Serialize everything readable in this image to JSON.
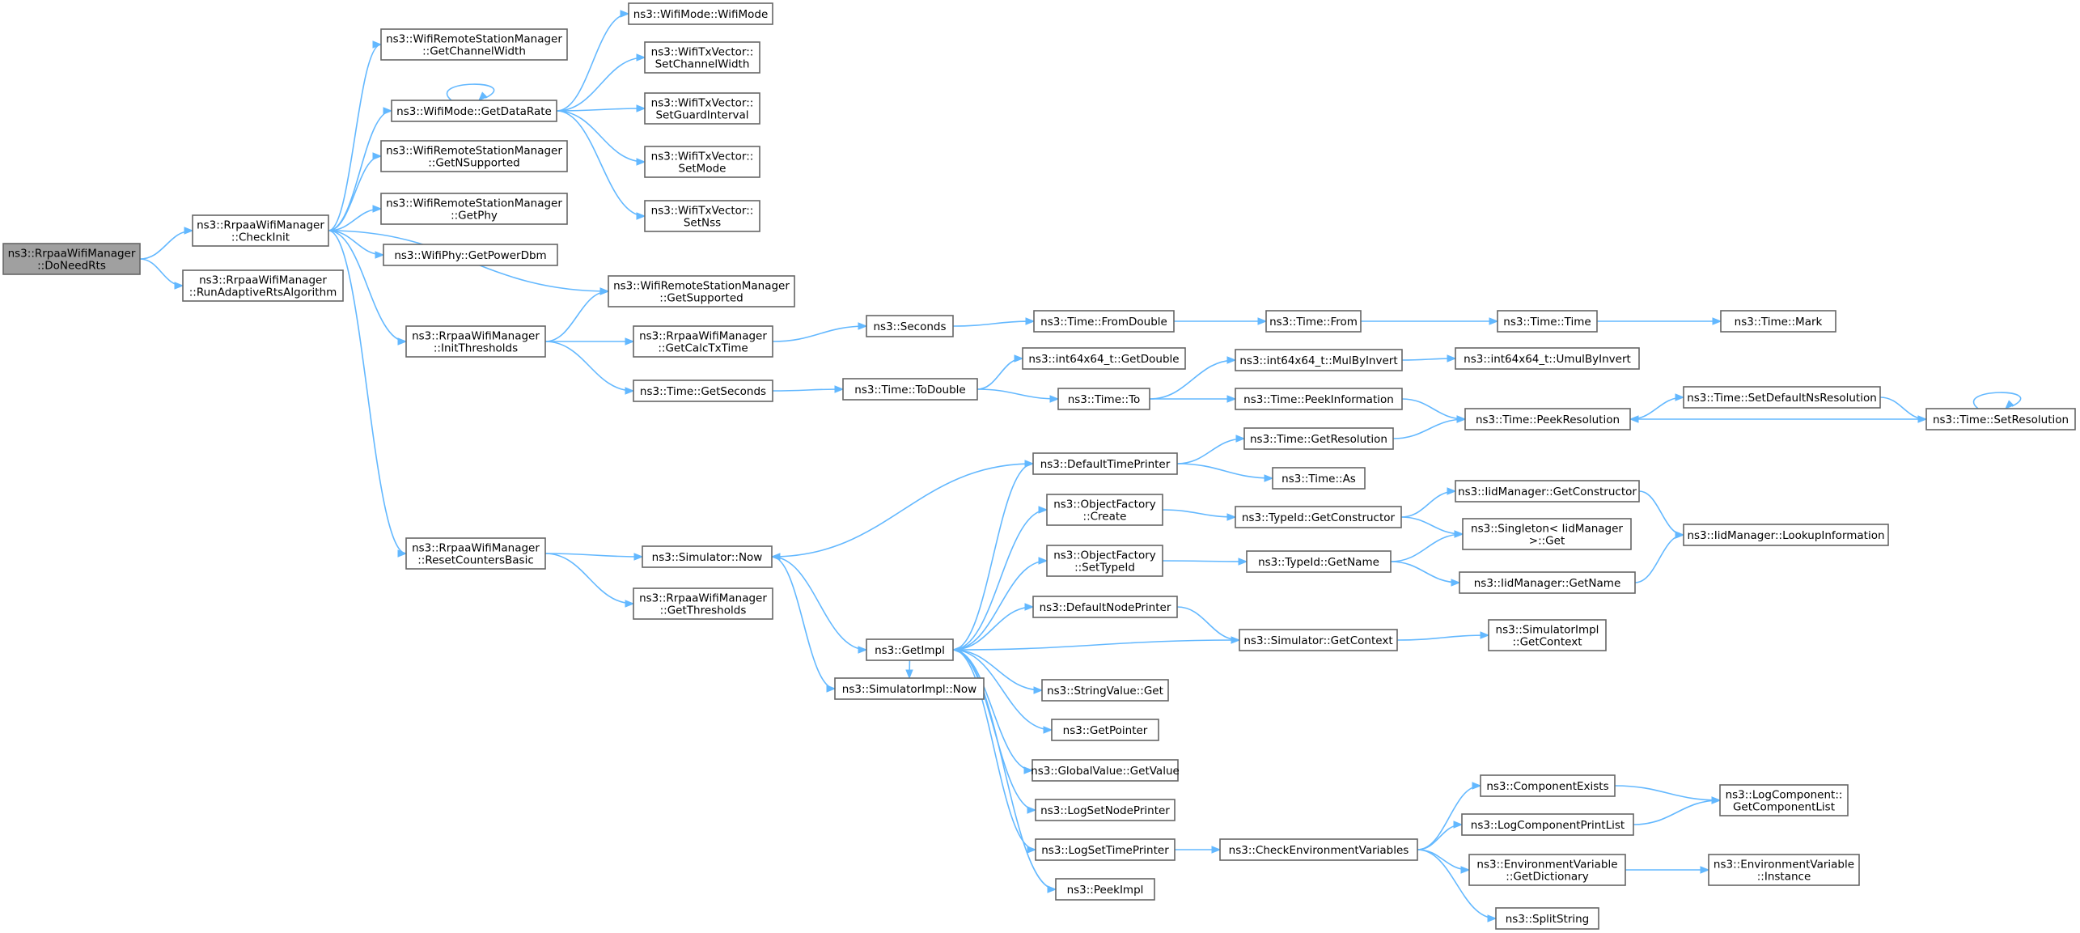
{
  "nodes": [
    {
      "id": "doneedrts",
      "lines": [
        "ns3::RrpaaWifiManager",
        "::DoNeedRts"
      ],
      "root": true
    },
    {
      "id": "checkinit",
      "lines": [
        "ns3::RrpaaWifiManager",
        "::CheckInit"
      ]
    },
    {
      "id": "runadaptive",
      "lines": [
        "ns3::RrpaaWifiManager",
        "::RunAdaptiveRtsAlgorithm"
      ]
    },
    {
      "id": "getchannelwidth",
      "lines": [
        "ns3::WifiRemoteStationManager",
        "::GetChannelWidth"
      ]
    },
    {
      "id": "getdatarate",
      "lines": [
        "ns3::WifiMode::GetDataRate"
      ]
    },
    {
      "id": "getnsupported",
      "lines": [
        "ns3::WifiRemoteStationManager",
        "::GetNSupported"
      ]
    },
    {
      "id": "getphy",
      "lines": [
        "ns3::WifiRemoteStationManager",
        "::GetPhy"
      ]
    },
    {
      "id": "getpowerdbm",
      "lines": [
        "ns3::WifiPhy::GetPowerDbm"
      ]
    },
    {
      "id": "getsupported",
      "lines": [
        "ns3::WifiRemoteStationManager",
        "::GetSupported"
      ]
    },
    {
      "id": "initthresholds",
      "lines": [
        "ns3::RrpaaWifiManager",
        "::InitThresholds"
      ]
    },
    {
      "id": "resetcounters",
      "lines": [
        "ns3::RrpaaWifiManager",
        "::ResetCountersBasic"
      ]
    },
    {
      "id": "wifimode",
      "lines": [
        "ns3::WifiMode::WifiMode"
      ]
    },
    {
      "id": "setchannelwidth",
      "lines": [
        "ns3::WifiTxVector::",
        "SetChannelWidth"
      ]
    },
    {
      "id": "setguardinterval",
      "lines": [
        "ns3::WifiTxVector::",
        "SetGuardInterval"
      ]
    },
    {
      "id": "setmode",
      "lines": [
        "ns3::WifiTxVector::",
        "SetMode"
      ]
    },
    {
      "id": "setnss",
      "lines": [
        "ns3::WifiTxVector::",
        "SetNss"
      ]
    },
    {
      "id": "getcalctxtime",
      "lines": [
        "ns3::RrpaaWifiManager",
        "::GetCalcTxTime"
      ]
    },
    {
      "id": "getseconds",
      "lines": [
        "ns3::Time::GetSeconds"
      ]
    },
    {
      "id": "seconds",
      "lines": [
        "ns3::Seconds"
      ]
    },
    {
      "id": "fromdouble",
      "lines": [
        "ns3::Time::FromDouble"
      ]
    },
    {
      "id": "from",
      "lines": [
        "ns3::Time::From"
      ]
    },
    {
      "id": "time",
      "lines": [
        "ns3::Time::Time"
      ]
    },
    {
      "id": "mark",
      "lines": [
        "ns3::Time::Mark"
      ]
    },
    {
      "id": "todouble",
      "lines": [
        "ns3::Time::ToDouble"
      ]
    },
    {
      "id": "int64getdouble",
      "lines": [
        "ns3::int64x64_t::GetDouble"
      ]
    },
    {
      "id": "timeto",
      "lines": [
        "ns3::Time::To"
      ]
    },
    {
      "id": "mulbyinvert",
      "lines": [
        "ns3::int64x64_t::MulByInvert"
      ]
    },
    {
      "id": "umulbyinvert",
      "lines": [
        "ns3::int64x64_t::UmulByInvert"
      ]
    },
    {
      "id": "peekinformation",
      "lines": [
        "ns3::Time::PeekInformation"
      ]
    },
    {
      "id": "peekresolution",
      "lines": [
        "ns3::Time::PeekResolution"
      ]
    },
    {
      "id": "setdefaultns",
      "lines": [
        "ns3::Time::SetDefaultNsResolution"
      ]
    },
    {
      "id": "setresolution",
      "lines": [
        "ns3::Time::SetResolution"
      ]
    },
    {
      "id": "simnow",
      "lines": [
        "ns3::Simulator::Now"
      ]
    },
    {
      "id": "getthresholds",
      "lines": [
        "ns3::RrpaaWifiManager",
        "::GetThresholds"
      ]
    },
    {
      "id": "getimpl",
      "lines": [
        "ns3::GetImpl"
      ]
    },
    {
      "id": "simimplnow",
      "lines": [
        "ns3::SimulatorImpl::Now"
      ]
    },
    {
      "id": "defaulttimeprinter",
      "lines": [
        "ns3::DefaultTimePrinter"
      ]
    },
    {
      "id": "getresolution",
      "lines": [
        "ns3::Time::GetResolution"
      ]
    },
    {
      "id": "timeas",
      "lines": [
        "ns3::Time::As"
      ]
    },
    {
      "id": "ofcreate",
      "lines": [
        "ns3::ObjectFactory",
        "::Create"
      ]
    },
    {
      "id": "getconstructor",
      "lines": [
        "ns3::TypeId::GetConstructor"
      ]
    },
    {
      "id": "iidgetconstructor",
      "lines": [
        "ns3::IidManager::GetConstructor"
      ]
    },
    {
      "id": "singletonget",
      "lines": [
        "ns3::Singleton< IidManager",
        "  >::Get"
      ]
    },
    {
      "id": "lookupinformation",
      "lines": [
        "ns3::IidManager::LookupInformation"
      ]
    },
    {
      "id": "ofsettypeid",
      "lines": [
        "ns3::ObjectFactory",
        "::SetTypeId"
      ]
    },
    {
      "id": "typeidgetname",
      "lines": [
        "ns3::TypeId::GetName"
      ]
    },
    {
      "id": "iidgetname",
      "lines": [
        "ns3::IidManager::GetName"
      ]
    },
    {
      "id": "defaultnodeprinter",
      "lines": [
        "ns3::DefaultNodePrinter"
      ]
    },
    {
      "id": "simgetcontext",
      "lines": [
        "ns3::Simulator::GetContext"
      ]
    },
    {
      "id": "simimplgetcontext",
      "lines": [
        "ns3::SimulatorImpl",
        "::GetContext"
      ]
    },
    {
      "id": "stringvalueget",
      "lines": [
        "ns3::StringValue::Get"
      ]
    },
    {
      "id": "getpointer",
      "lines": [
        "ns3::GetPointer"
      ]
    },
    {
      "id": "globalvalue",
      "lines": [
        "ns3::GlobalValue::GetValue"
      ]
    },
    {
      "id": "logsetnodeprinter",
      "lines": [
        "ns3::LogSetNodePrinter"
      ]
    },
    {
      "id": "logsettimeprinter",
      "lines": [
        "ns3::LogSetTimePrinter"
      ]
    },
    {
      "id": "checkenv",
      "lines": [
        "ns3::CheckEnvironmentVariables"
      ]
    },
    {
      "id": "peekimpl",
      "lines": [
        "ns3::PeekImpl"
      ]
    },
    {
      "id": "componentexists",
      "lines": [
        "ns3::ComponentExists"
      ]
    },
    {
      "id": "getcomponentlist",
      "lines": [
        "ns3::LogComponent::",
        "GetComponentList"
      ]
    },
    {
      "id": "logcomponentprintlist",
      "lines": [
        "ns3::LogComponentPrintList"
      ]
    },
    {
      "id": "envgetdictionary",
      "lines": [
        "ns3::EnvironmentVariable",
        "::GetDictionary"
      ]
    },
    {
      "id": "envinstance",
      "lines": [
        "ns3::EnvironmentVariable",
        "::Instance"
      ]
    },
    {
      "id": "splitstring",
      "lines": [
        "ns3::SplitString"
      ]
    }
  ],
  "edges": [
    [
      "doneedrts",
      "checkinit"
    ],
    [
      "doneedrts",
      "runadaptive"
    ],
    [
      "checkinit",
      "getchannelwidth"
    ],
    [
      "checkinit",
      "getdatarate"
    ],
    [
      "checkinit",
      "getnsupported"
    ],
    [
      "checkinit",
      "getphy"
    ],
    [
      "checkinit",
      "getpowerdbm"
    ],
    [
      "checkinit",
      "getsupported"
    ],
    [
      "checkinit",
      "initthresholds"
    ],
    [
      "checkinit",
      "resetcounters"
    ],
    [
      "getdatarate",
      "getdatarate"
    ],
    [
      "getdatarate",
      "wifimode"
    ],
    [
      "getdatarate",
      "setchannelwidth"
    ],
    [
      "getdatarate",
      "setguardinterval"
    ],
    [
      "getdatarate",
      "setmode"
    ],
    [
      "getdatarate",
      "setnss"
    ],
    [
      "initthresholds",
      "getsupported"
    ],
    [
      "initthresholds",
      "getcalctxtime"
    ],
    [
      "initthresholds",
      "getseconds"
    ],
    [
      "getcalctxtime",
      "seconds"
    ],
    [
      "seconds",
      "fromdouble"
    ],
    [
      "fromdouble",
      "from"
    ],
    [
      "from",
      "time"
    ],
    [
      "time",
      "mark"
    ],
    [
      "getseconds",
      "todouble"
    ],
    [
      "todouble",
      "int64getdouble"
    ],
    [
      "todouble",
      "timeto"
    ],
    [
      "timeto",
      "mulbyinvert"
    ],
    [
      "timeto",
      "peekinformation"
    ],
    [
      "mulbyinvert",
      "umulbyinvert"
    ],
    [
      "peekinformation",
      "peekresolution"
    ],
    [
      "peekresolution",
      "setdefaultns"
    ],
    [
      "setdefaultns",
      "setresolution"
    ],
    [
      "setresolution",
      "peekresolution"
    ],
    [
      "setresolution",
      "setresolution"
    ],
    [
      "resetcounters",
      "simnow"
    ],
    [
      "resetcounters",
      "getthresholds"
    ],
    [
      "simnow",
      "getimpl"
    ],
    [
      "simnow",
      "simimplnow"
    ],
    [
      "defaulttimeprinter",
      "simnow"
    ],
    [
      "defaulttimeprinter",
      "getresolution"
    ],
    [
      "defaulttimeprinter",
      "timeas"
    ],
    [
      "getresolution",
      "peekresolution"
    ],
    [
      "getimpl",
      "defaulttimeprinter"
    ],
    [
      "getimpl",
      "ofcreate"
    ],
    [
      "getimpl",
      "ofsettypeid"
    ],
    [
      "getimpl",
      "defaultnodeprinter"
    ],
    [
      "getimpl",
      "stringvalueget"
    ],
    [
      "getimpl",
      "getpointer"
    ],
    [
      "getimpl",
      "globalvalue"
    ],
    [
      "getimpl",
      "logsetnodeprinter"
    ],
    [
      "getimpl",
      "logsettimeprinter"
    ],
    [
      "getimpl",
      "peekimpl"
    ],
    [
      "getimpl",
      "simimplnow"
    ],
    [
      "ofcreate",
      "getconstructor"
    ],
    [
      "getconstructor",
      "iidgetconstructor"
    ],
    [
      "getconstructor",
      "singletonget"
    ],
    [
      "iidgetconstructor",
      "lookupinformation"
    ],
    [
      "ofsettypeid",
      "typeidgetname"
    ],
    [
      "typeidgetname",
      "singletonget"
    ],
    [
      "typeidgetname",
      "iidgetname"
    ],
    [
      "iidgetname",
      "lookupinformation"
    ],
    [
      "defaultnodeprinter",
      "simgetcontext"
    ],
    [
      "simgetcontext",
      "getimpl"
    ],
    [
      "simgetcontext",
      "simimplgetcontext"
    ],
    [
      "logsettimeprinter",
      "checkenv"
    ],
    [
      "checkenv",
      "componentexists"
    ],
    [
      "checkenv",
      "logcomponentprintlist"
    ],
    [
      "checkenv",
      "envgetdictionary"
    ],
    [
      "checkenv",
      "splitstring"
    ],
    [
      "componentexists",
      "getcomponentlist"
    ],
    [
      "logcomponentprintlist",
      "getcomponentlist"
    ],
    [
      "envgetdictionary",
      "envinstance"
    ]
  ]
}
